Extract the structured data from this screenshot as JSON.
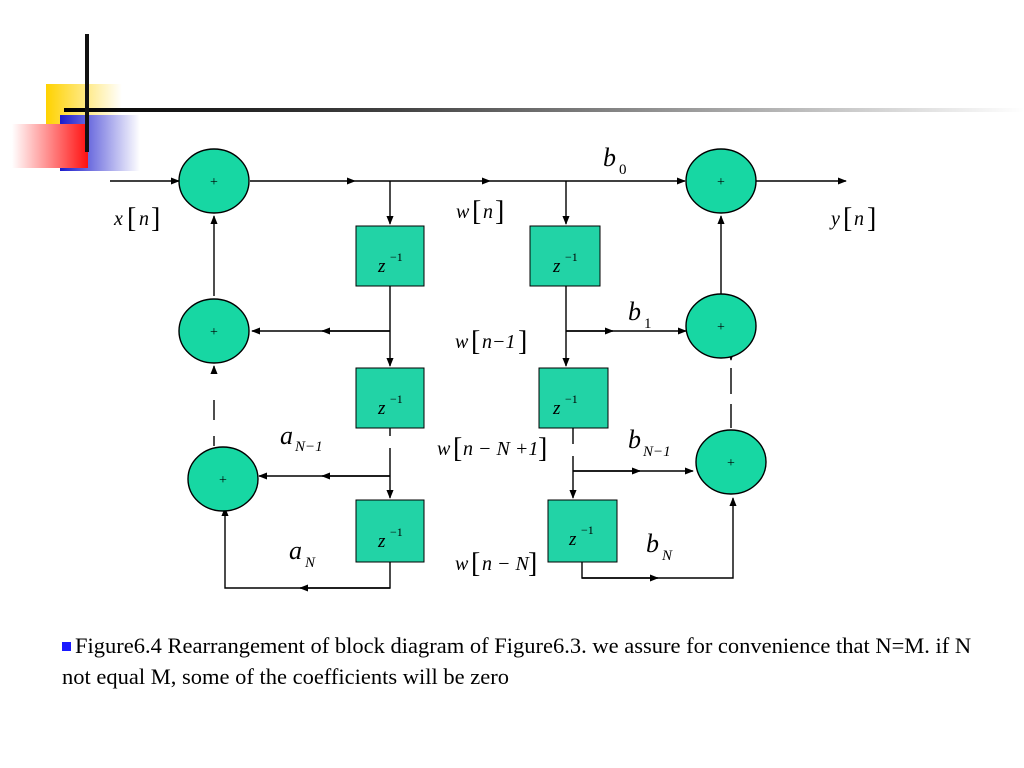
{
  "colors": {
    "node_fill": "#17d7a3",
    "delay_fill": "#22d3a6",
    "bullet": "#1a1aff"
  },
  "nodes": {
    "sum_symbol": "+"
  },
  "delay": {
    "base": "z",
    "exponent": "−1"
  },
  "signals": {
    "x": {
      "var": "x",
      "arg": "n"
    },
    "y": {
      "var": "y",
      "arg": "n"
    },
    "w0": {
      "var": "w",
      "arg": "n"
    },
    "w1": {
      "var": "w",
      "arg": "n−1"
    },
    "wN1": {
      "var": "w",
      "arg": "n − N +1"
    },
    "wN": {
      "var": "w",
      "arg": "n − N"
    }
  },
  "coefficients": {
    "b0": {
      "base": "b",
      "sub": "0"
    },
    "b1": {
      "base": "b",
      "sub": "1"
    },
    "bN1": {
      "base": "b",
      "sub": "N−1"
    },
    "bN": {
      "base": "b",
      "sub": "N"
    },
    "aN1": {
      "base": "a",
      "sub": "N−1"
    },
    "aN": {
      "base": "a",
      "sub": "N"
    }
  },
  "caption": "Figure6.4 Rearrangement of block diagram of Figure6.3. we assure for convenience that N=M. if N not equal M, some of the coefficients will be zero"
}
